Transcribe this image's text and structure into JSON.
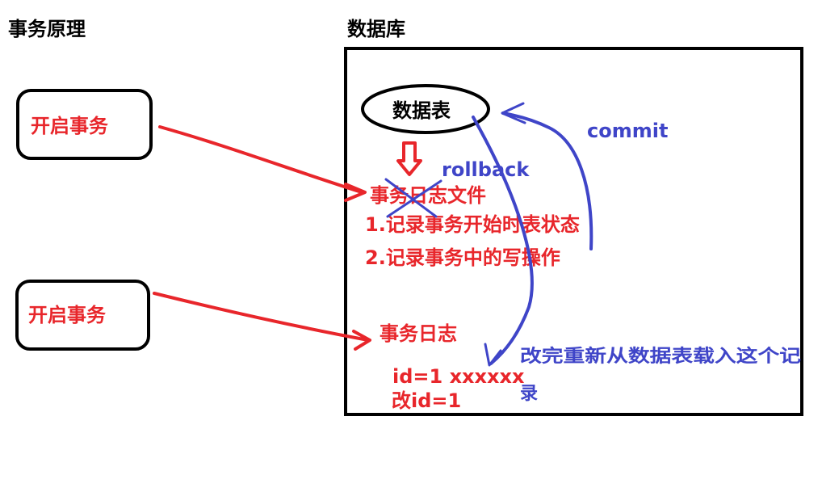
{
  "labels": {
    "title_left": "事务原理",
    "title_db": "数据库",
    "start_tx_1": "开启事务",
    "start_tx_2": "开启事务",
    "table": "数据表",
    "commit": "commit",
    "rollback": "rollback",
    "tx_log_file": "事务日志文件",
    "log_line_1": "1.记录事务开始时表状态",
    "log_line_2": "2.记录事务中的写操作",
    "tx_log": "事务日志",
    "record_line_1": "id=1 xxxxxx",
    "record_line_2": "改id=1",
    "reload_note_1": "改完重新从数据表载入这个记",
    "reload_note_2": "录"
  },
  "colors": {
    "ink": "#000000",
    "red": "#e8262b",
    "blue": "#3f45c8"
  }
}
